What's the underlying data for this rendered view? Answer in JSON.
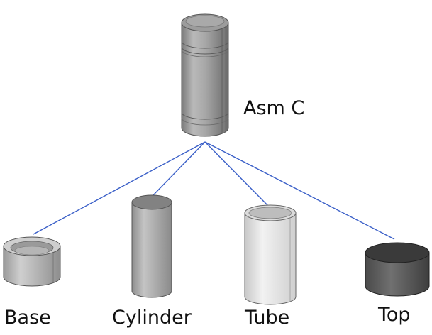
{
  "assembly": {
    "label": "Asm C",
    "icon": "assembly-cylinder-icon"
  },
  "parts": [
    {
      "label": "Base",
      "icon": "base-cup-icon"
    },
    {
      "label": "Cylinder",
      "icon": "solid-cylinder-icon"
    },
    {
      "label": "Tube",
      "icon": "hollow-tube-icon"
    },
    {
      "label": "Top",
      "icon": "top-disc-icon"
    }
  ],
  "colors": {
    "connector": "#3a5fc8",
    "part_body": "#b8b8b8",
    "part_top": "#8a8a8a",
    "tube_body": "#e0e0e0",
    "top_disc": "#505050"
  }
}
